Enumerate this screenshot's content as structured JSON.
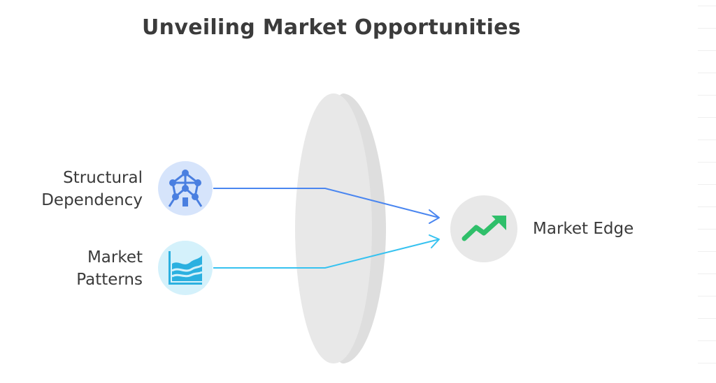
{
  "title": "Unveiling Market Opportunities",
  "inputs": [
    {
      "label_lines": [
        "Structural",
        "Dependency"
      ],
      "icon": "atomium-icon",
      "circle_color": "#d6e4fb",
      "icon_color": "#4a7fe0",
      "arrow_color": "#4a86f0"
    },
    {
      "label_lines": [
        "Market",
        "Patterns"
      ],
      "icon": "area-chart-icon",
      "circle_color": "#d4f1fb",
      "icon_color": "#2bb0e0",
      "arrow_color": "#36c2f0"
    }
  ],
  "output": {
    "label": "Market Edge",
    "icon": "trend-up-icon",
    "circle_color": "#e8e8e8",
    "icon_color": "#2fbf6a"
  },
  "lens": {
    "icon": "lens-shape",
    "color": "#e6e6e6"
  }
}
